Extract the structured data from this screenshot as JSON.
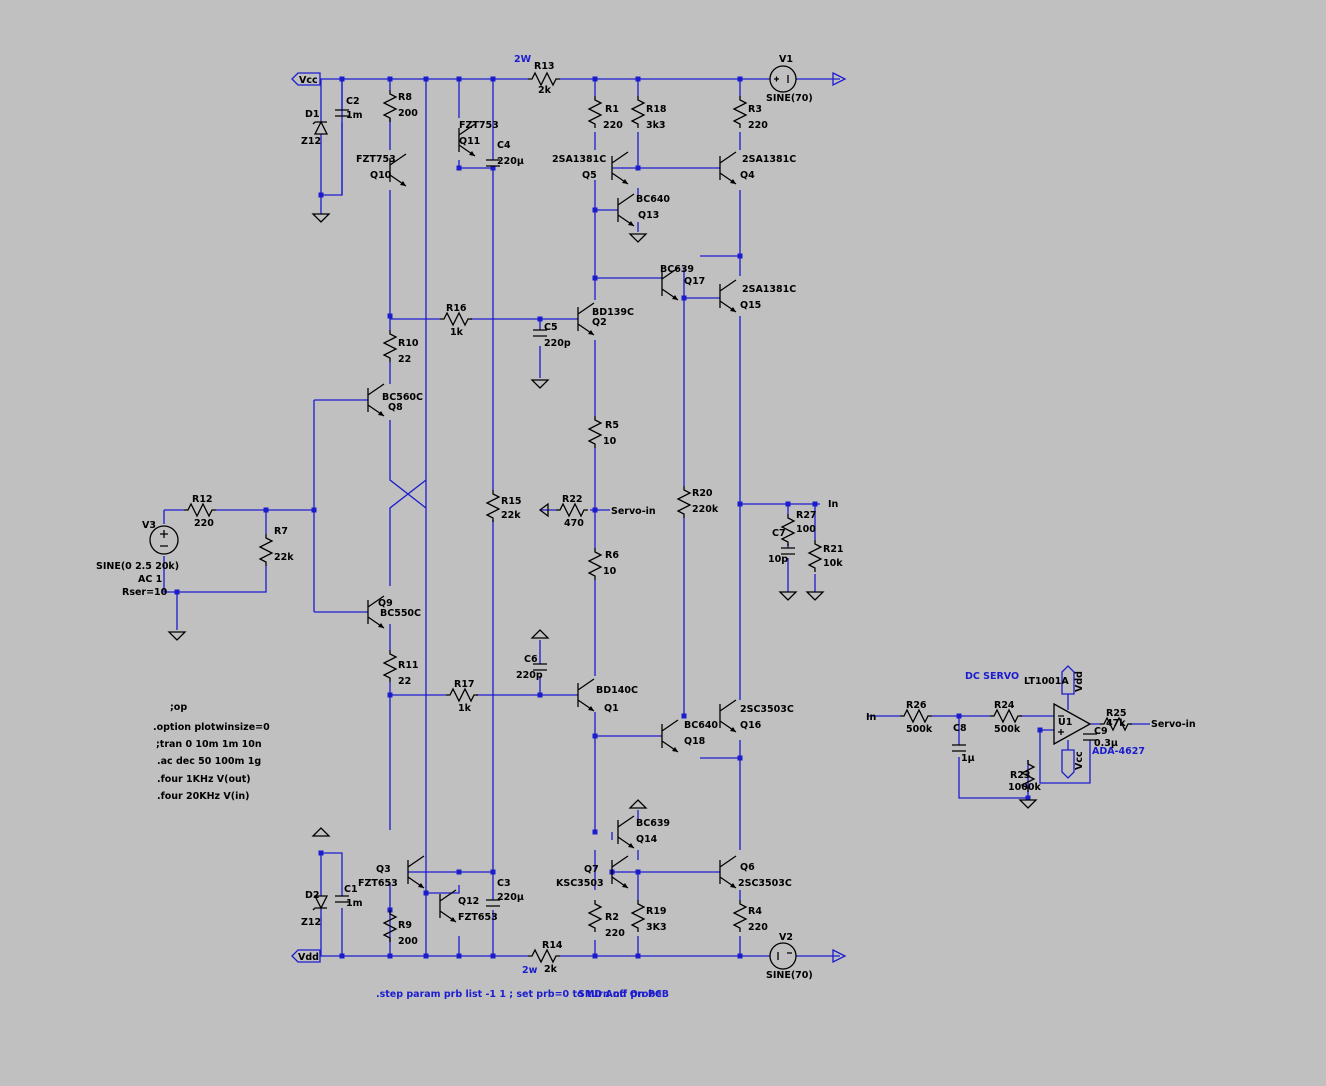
{
  "colors": {
    "background": "#c0c0c0",
    "wire": "#1c1ccf",
    "component": "#000000",
    "annotation": "#1c1ccf"
  },
  "nets": {
    "vcc": "Vcc",
    "vdd": "Vdd",
    "in": "In",
    "servo_in": "Servo-in"
  },
  "sources": {
    "v1": {
      "name": "V1",
      "value": "SINE(70)"
    },
    "v2": {
      "name": "V2",
      "value": "SINE(70)"
    },
    "v3": {
      "name": "V3",
      "value": "SINE(0 2.5 20k)",
      "ac": "AC 1",
      "rser": "Rser=10"
    }
  },
  "resistors": {
    "r1": {
      "name": "R1",
      "value": "220"
    },
    "r2": {
      "name": "R2",
      "value": "220"
    },
    "r3": {
      "name": "R3",
      "value": "220"
    },
    "r4": {
      "name": "R4",
      "value": "220"
    },
    "r5": {
      "name": "R5",
      "value": "10"
    },
    "r6": {
      "name": "R6",
      "value": "10"
    },
    "r7": {
      "name": "R7",
      "value": "22k"
    },
    "r8": {
      "name": "R8",
      "value": "200"
    },
    "r9": {
      "name": "R9",
      "value": "200"
    },
    "r10": {
      "name": "R10",
      "value": "22"
    },
    "r11": {
      "name": "R11",
      "value": "22"
    },
    "r12": {
      "name": "R12",
      "value": "220"
    },
    "r13": {
      "name": "R13",
      "value": "2k",
      "power": "2W"
    },
    "r14": {
      "name": "R14",
      "value": "2k",
      "power": "2w"
    },
    "r15": {
      "name": "R15",
      "value": "22k"
    },
    "r16": {
      "name": "R16",
      "value": "1k"
    },
    "r17": {
      "name": "R17",
      "value": "1k"
    },
    "r18": {
      "name": "R18",
      "value": "3k3"
    },
    "r19": {
      "name": "R19",
      "value": "3K3"
    },
    "r20": {
      "name": "R20",
      "value": "220k"
    },
    "r21": {
      "name": "R21",
      "value": "10k"
    },
    "r22": {
      "name": "R22",
      "value": "470"
    },
    "r23": {
      "name": "R23",
      "value": "1000k"
    },
    "r24": {
      "name": "R24",
      "value": "500k"
    },
    "r25": {
      "name": "R25",
      "value": "47k"
    },
    "r26": {
      "name": "R26",
      "value": "500k"
    },
    "r27": {
      "name": "R27",
      "value": "100"
    }
  },
  "capacitors": {
    "c1": {
      "name": "C1",
      "value": "1m"
    },
    "c2": {
      "name": "C2",
      "value": "1m"
    },
    "c3": {
      "name": "C3",
      "value": "220µ"
    },
    "c4": {
      "name": "C4",
      "value": "220µ"
    },
    "c5": {
      "name": "C5",
      "value": "220p"
    },
    "c6": {
      "name": "C6",
      "value": "220p"
    },
    "c7": {
      "name": "C7",
      "value": "10p"
    },
    "c8": {
      "name": "C8",
      "value": "1µ"
    },
    "c9": {
      "name": "C9",
      "value": "0.3µ"
    }
  },
  "diodes": {
    "d1": {
      "name": "D1",
      "value": "Z12"
    },
    "d2": {
      "name": "D2",
      "value": "Z12"
    }
  },
  "transistors": {
    "q1": {
      "name": "Q1",
      "part": "BD140C"
    },
    "q2": {
      "name": "Q2",
      "part": "BD139C"
    },
    "q3": {
      "name": "Q3",
      "part": "FZT653"
    },
    "q4": {
      "name": "Q4",
      "part": "2SA1381C"
    },
    "q5": {
      "name": "Q5",
      "part": "2SA1381C"
    },
    "q6": {
      "name": "Q6",
      "part": "2SC3503C"
    },
    "q7": {
      "name": "Q7",
      "part": "KSC3503"
    },
    "q8": {
      "name": "Q8",
      "part": "BC560C"
    },
    "q9": {
      "name": "Q9",
      "part": "BC550C"
    },
    "q10": {
      "name": "Q10",
      "part": "FZT753"
    },
    "q11": {
      "name": "Q11",
      "part": "FZT753"
    },
    "q12": {
      "name": "Q12",
      "part": "FZT653"
    },
    "q13": {
      "name": "Q13",
      "part": "BC640"
    },
    "q14": {
      "name": "Q14",
      "part": "BC639"
    },
    "q15": {
      "name": "Q15",
      "part": "2SA1381C"
    },
    "q16": {
      "name": "Q16",
      "part": "2SC3503C"
    },
    "q17": {
      "name": "Q17",
      "part": "BC639"
    },
    "q18": {
      "name": "Q18",
      "part": "BC640"
    }
  },
  "opamp": {
    "name": "U1",
    "part": "LT1001A",
    "label": "DC SERVO",
    "overlap_label": "ADA-4627",
    "vdd": "Vdd",
    "vcc": "Vcc"
  },
  "directives": [
    ";op",
    ".option plotwinsize=0",
    ";tran 0 10m 1m 10n",
    ".ac dec 50 100m 1g",
    ".four  1KHz V(out)",
    ".four 20KHz V(in)"
  ],
  "footer": {
    "step": ".step param prb list -1 1 ; set prb=0 to turn off probe",
    "smd": "SMD And On PCB"
  }
}
